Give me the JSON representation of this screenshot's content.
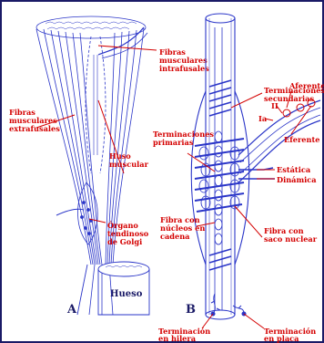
{
  "panels": {
    "a": {
      "letter": "A"
    },
    "b": {
      "letter": "B"
    }
  },
  "labels": {
    "fibras_intrafusales": [
      "Fibras",
      "musculares",
      "intrafusales"
    ],
    "fibras_extrafusales": [
      "Fibras",
      "musculares",
      "extrafusales"
    ],
    "huso_muscular": [
      "Huso",
      "muscular"
    ],
    "organo_golgi": [
      "Órgano",
      "tendinoso",
      "de Golgi"
    ],
    "hueso": "Hueso",
    "terminaciones_secundarias": [
      "Terminaciones",
      "secundarias"
    ],
    "terminaciones_primarias": [
      "Terminaciones",
      "primarias"
    ],
    "aferente": "Aferente",
    "ia": "Ia",
    "ii": "II",
    "eferente": "Eferente",
    "estatica": "Estática",
    "dinamica": "Dinámica",
    "fibra_cadena": [
      "Fibra con",
      "núcleos en",
      "cadena"
    ],
    "fibra_saco": [
      "Fibra con",
      "saco nuclear"
    ],
    "terminacion_hilera": [
      "Terminación",
      "en hilera"
    ],
    "terminacion_placa": [
      "Terminación",
      "en placa"
    ]
  },
  "colors": {
    "ink": "#2a35c8",
    "label": "#d40000",
    "dark_label": "#1a1a66",
    "border": "#1a1a66"
  },
  "icons": [
    "gamma-ending-icon",
    "gamma-ending-icon"
  ]
}
